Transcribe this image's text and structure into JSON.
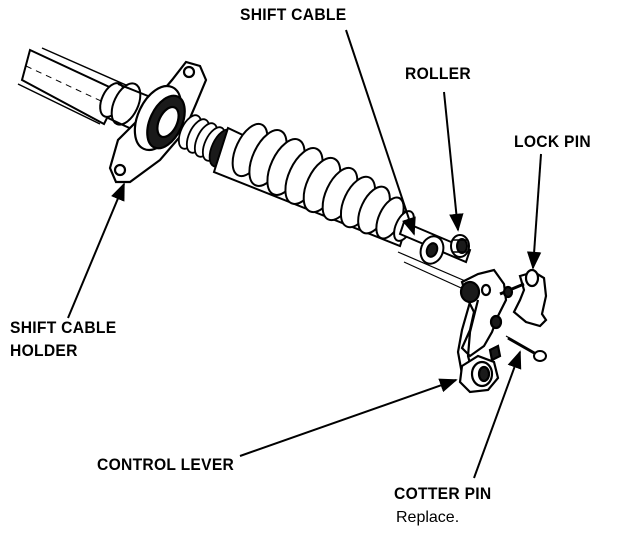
{
  "labels": {
    "shift_cable": "SHIFT CABLE",
    "roller": "ROLLER",
    "lock_pin": "LOCK PIN",
    "shift_cable_holder_line1": "SHIFT CABLE",
    "shift_cable_holder_line2": "HOLDER",
    "control_lever": "CONTROL LEVER",
    "cotter_pin": "COTTER PIN",
    "cotter_pin_note": "Replace."
  },
  "colors": {
    "ink": "#000000",
    "paper": "#ffffff",
    "shade": "#1a1a1a"
  }
}
